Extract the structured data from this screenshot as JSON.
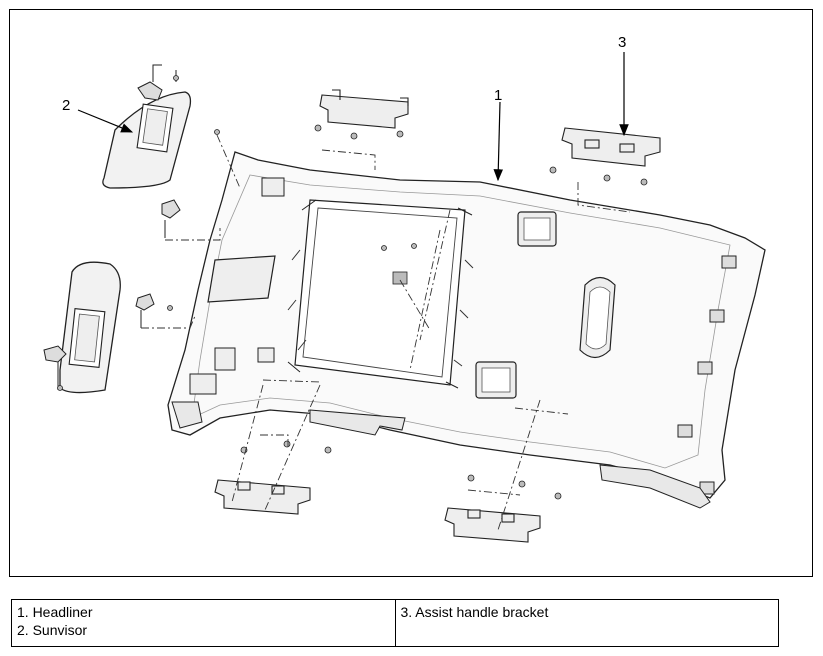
{
  "figure": {
    "callouts": [
      {
        "id": "1",
        "label": "1"
      },
      {
        "id": "2",
        "label": "2"
      },
      {
        "id": "3",
        "label": "3"
      }
    ]
  },
  "legend": {
    "left_column": [
      "1. Headliner",
      "2. Sunvisor"
    ],
    "right_column": [
      "3. Assist handle bracket"
    ]
  }
}
